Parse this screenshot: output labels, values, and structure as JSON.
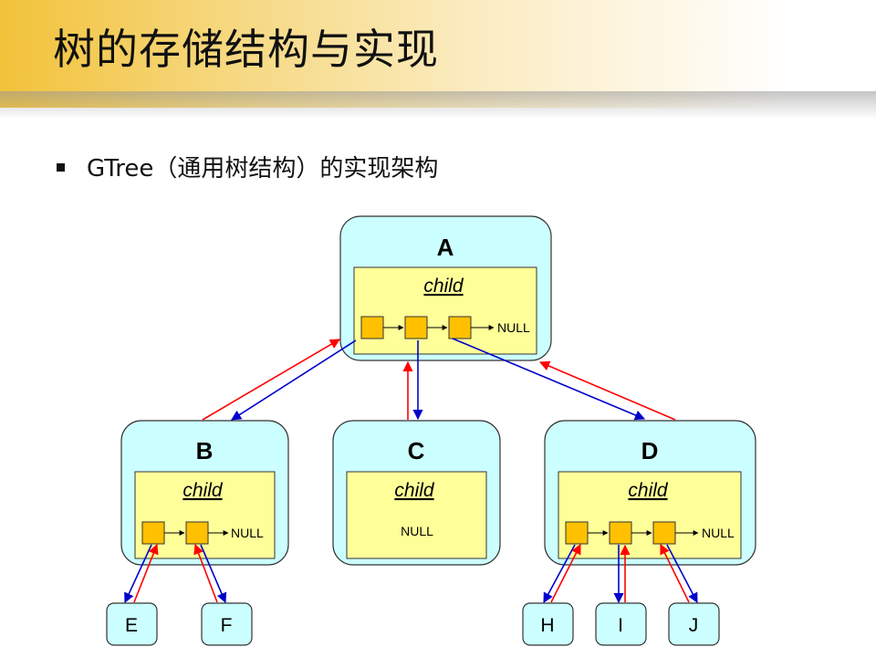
{
  "slide": {
    "title": "树的存储结构与实现",
    "bullet": "GTree（通用树结构）的实现架构"
  },
  "diagram": {
    "child_label": "child",
    "null_label": "NULL",
    "nodes": {
      "A": {
        "label": "A"
      },
      "B": {
        "label": "B"
      },
      "C": {
        "label": "C"
      },
      "D": {
        "label": "D"
      }
    },
    "leaves": {
      "E": {
        "label": "E"
      },
      "F": {
        "label": "F"
      },
      "H": {
        "label": "H"
      },
      "I": {
        "label": "I"
      },
      "J": {
        "label": "J"
      }
    },
    "colors": {
      "node_fill": "#ccffff",
      "list_fill": "#ffff99",
      "cell_fill": "#ffc000",
      "parent_arrow": "#ff0000",
      "child_arrow": "#0000cc"
    }
  }
}
